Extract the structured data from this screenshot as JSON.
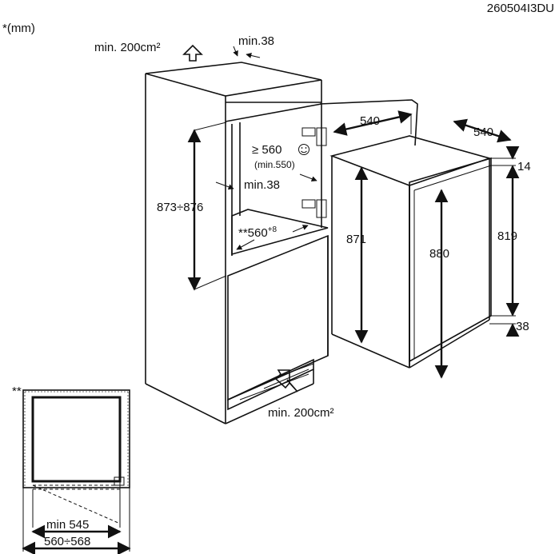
{
  "header": {
    "code": "260504I3DU",
    "unit_note": "*(mm)"
  },
  "labels": {
    "vent_top": "min. 200cm²",
    "gap_top": "min.38",
    "door_clearance": "≥ 560",
    "door_clearance_min": "(min.550)",
    "side_gap": "min.38",
    "niche_height": "873÷876",
    "niche_width_base": "**560",
    "niche_width_sup": "+8",
    "vent_bottom": "min. 200cm²",
    "appliance_depth": "540",
    "appliance_width": "540",
    "body_height": "871",
    "door_height": "880",
    "top_offset": "14",
    "inner_height": "819",
    "bottom_offset": "38",
    "plan_marker": "**",
    "plan_min": "min 545",
    "plan_range": "560÷568"
  },
  "colors": {
    "line": "#111111",
    "background": "#ffffff"
  }
}
